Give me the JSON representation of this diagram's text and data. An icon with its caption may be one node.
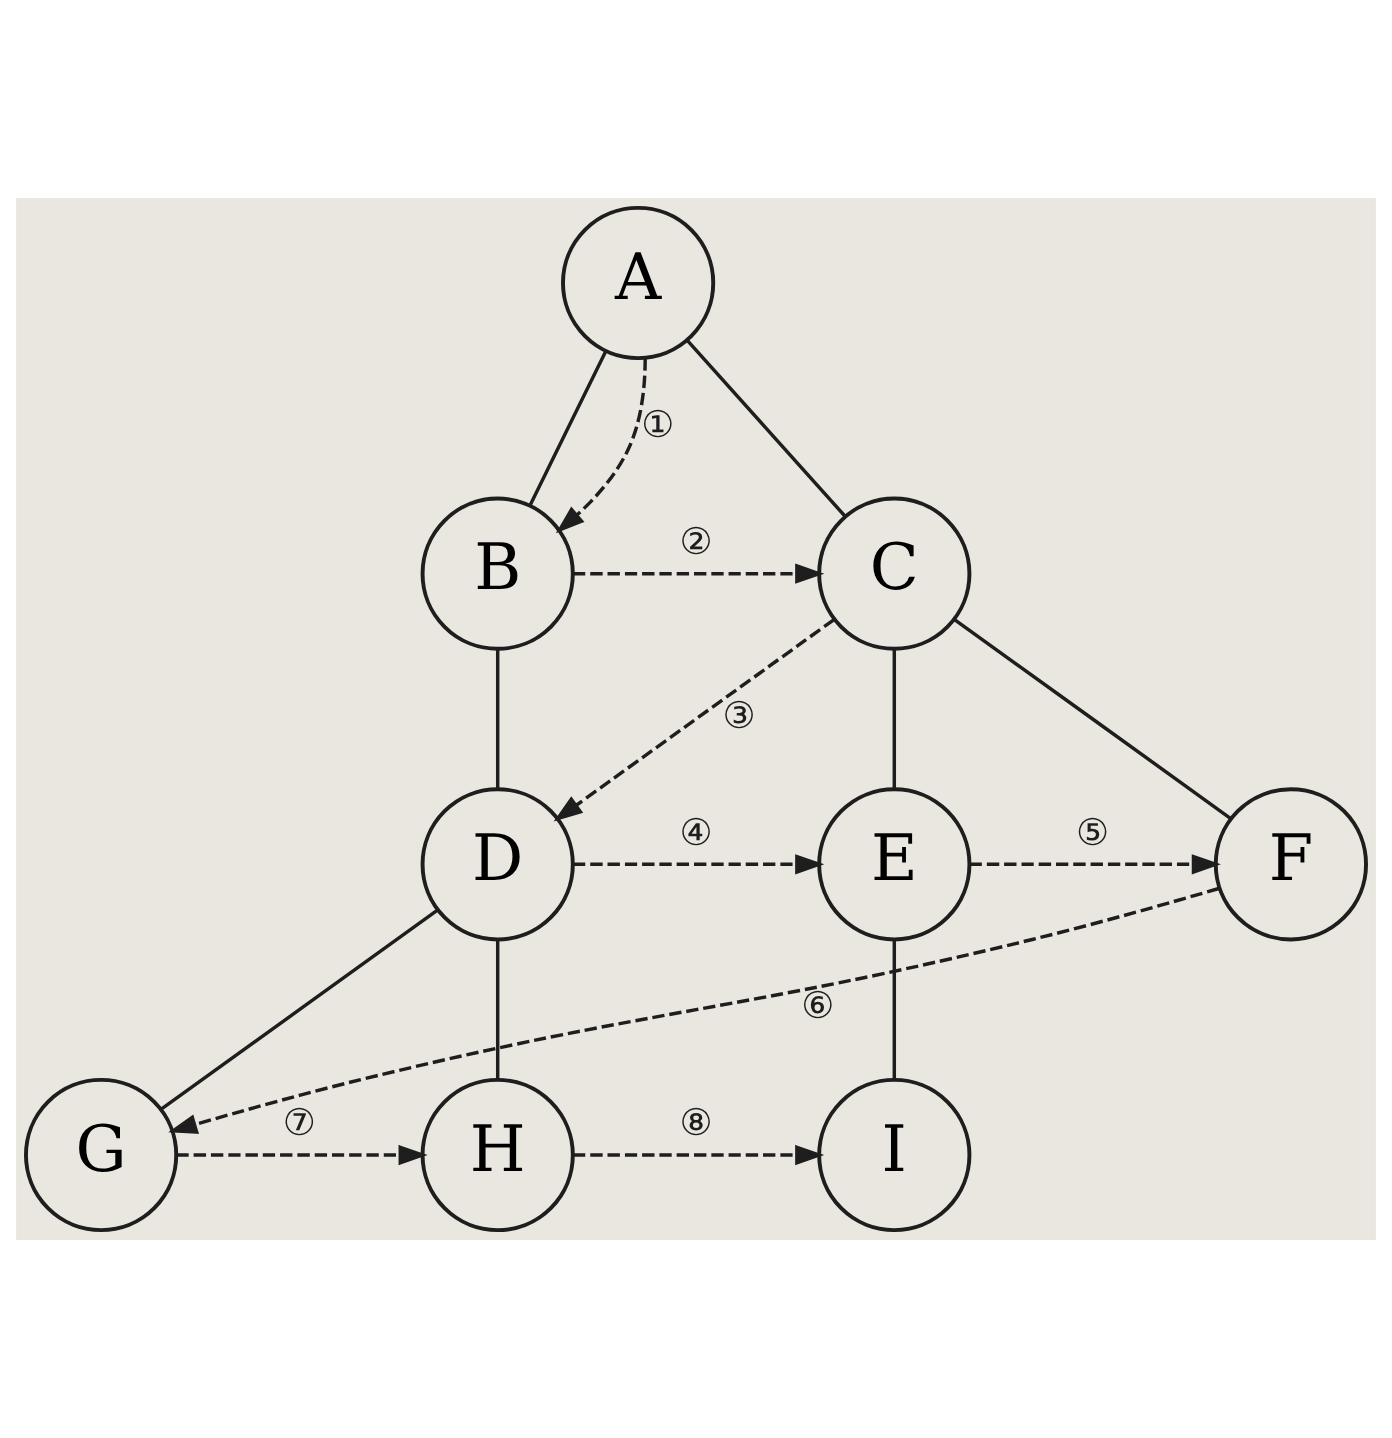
{
  "diagram": {
    "nodes": [
      {
        "text": [
          "A"
        ]
      },
      {
        "text": [
          "B"
        ]
      },
      {
        "text": [
          "C"
        ]
      },
      {
        "text": [
          "D"
        ]
      },
      {
        "text": [
          "E"
        ]
      },
      {
        "text": [
          "F"
        ]
      },
      {
        "text": [
          "G"
        ]
      },
      {
        "text": [
          "H"
        ]
      },
      {
        "text": [
          "I"
        ]
      }
    ],
    "edges": [
      {
        "from": 0,
        "to": 1,
        "arrow": "none"
      },
      {
        "from": 0,
        "to": 2,
        "arrow": "none"
      },
      {
        "from": 1,
        "to": 3,
        "arrow": "none"
      },
      {
        "from": 2,
        "to": 4,
        "arrow": "none"
      },
      {
        "from": 2,
        "to": 5,
        "arrow": "none"
      },
      {
        "from": 3,
        "to": 6,
        "arrow": "none"
      },
      {
        "from": 3,
        "to": 7,
        "arrow": "none"
      },
      {
        "from": 4,
        "to": 8,
        "arrow": "none"
      },
      {
        "from": 0,
        "to": 1,
        "arrow": "to",
        "style": "dashed",
        "label": "①"
      },
      {
        "from": 1,
        "to": 2,
        "arrow": "to",
        "style": "dashed",
        "label": "②"
      },
      {
        "from": 2,
        "to": 3,
        "arrow": "to",
        "style": "dashed",
        "label": "③"
      },
      {
        "from": 3,
        "to": 4,
        "arrow": "to",
        "style": "dashed",
        "label": "④"
      },
      {
        "from": 4,
        "to": 5,
        "arrow": "to",
        "style": "dashed",
        "label": "⑤"
      },
      {
        "from": 5,
        "to": 6,
        "arrow": "to",
        "style": "dashed",
        "label": "⑥"
      },
      {
        "from": 6,
        "to": 7,
        "arrow": "to",
        "style": "dashed",
        "label": "⑦"
      },
      {
        "from": 7,
        "to": 8,
        "arrow": "to",
        "style": "dashed",
        "label": "⑧"
      }
    ]
  }
}
